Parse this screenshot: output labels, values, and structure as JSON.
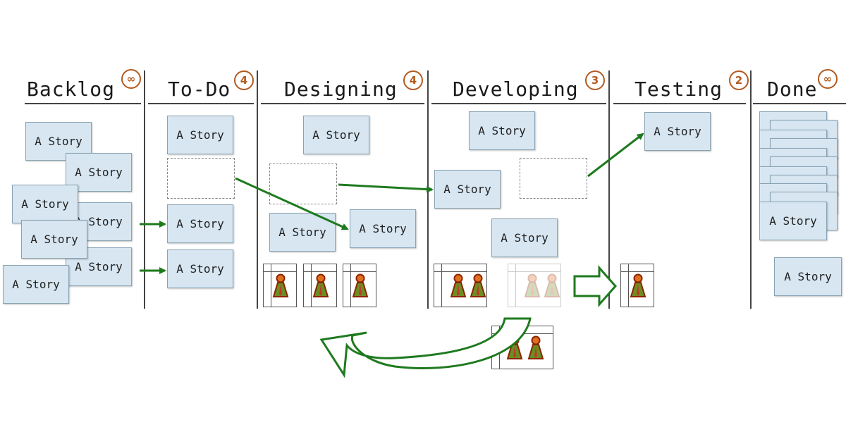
{
  "columns": [
    {
      "title": "Backlog",
      "wip": "∞"
    },
    {
      "title": "To-Do",
      "wip": "4"
    },
    {
      "title": "Designing",
      "wip": "4"
    },
    {
      "title": "Developing",
      "wip": "3"
    },
    {
      "title": "Testing",
      "wip": "2"
    },
    {
      "title": "Done",
      "wip": "∞"
    }
  ],
  "card_text": "A Story",
  "cards": {
    "backlog": [
      "A Story",
      "A Story",
      "A Story",
      "A Story",
      "A Story",
      "A Story",
      "A Story"
    ],
    "todo": [
      "A Story",
      "A Story",
      "A Story"
    ],
    "designing": [
      "A Story",
      "A Story",
      "A Story"
    ],
    "developing": [
      "A Story",
      "A Story",
      "A Story"
    ],
    "testing": [
      "A Story"
    ],
    "done": [
      "A Story",
      "A Story"
    ]
  },
  "colors": {
    "card_fill": "#d7e6f1",
    "card_border": "#8aa3b3",
    "arrow": "#1e7a1e",
    "wip_badge": "#b35a1f",
    "person_body": "#6b8e23",
    "person_outline": "#8b2500",
    "person_tie": "#c0392b"
  },
  "icons": [
    "infinity-icon",
    "person-icon",
    "flow-arrow",
    "block-arrow",
    "curved-arrow"
  ]
}
